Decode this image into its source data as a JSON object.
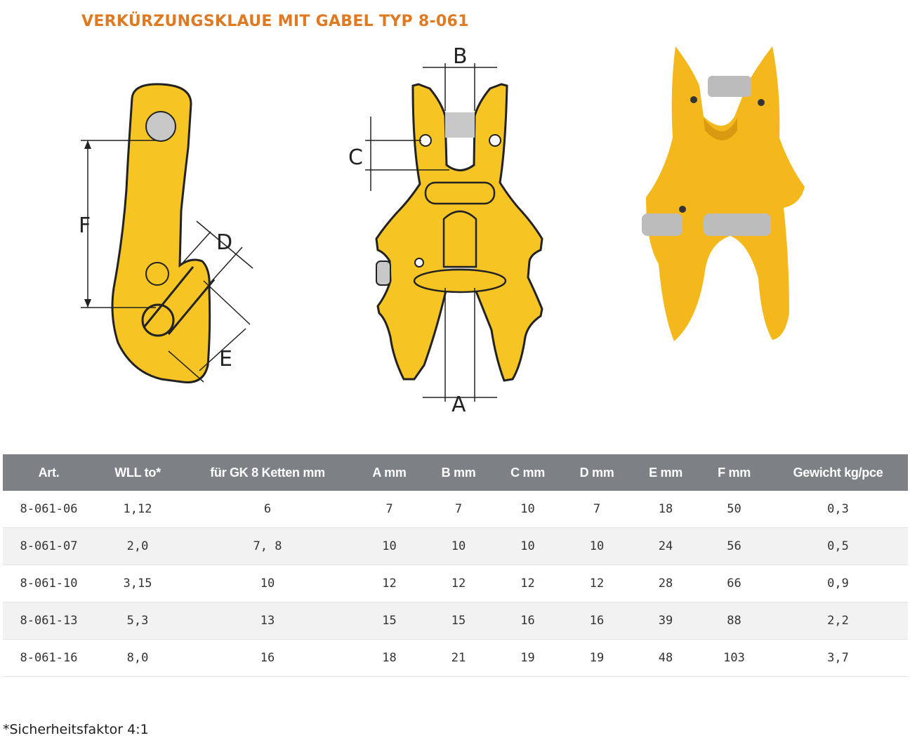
{
  "title": "VERKÜRZUNGSKLAUE MIT GABEL TYP 8-061",
  "dimension_labels": {
    "A": "A",
    "B": "B",
    "C": "C",
    "D": "D",
    "E": "E",
    "F": "F"
  },
  "table": {
    "headers": [
      "Art.",
      "WLL to*",
      "für GK 8 Ketten mm",
      "A mm",
      "B mm",
      "C mm",
      "D mm",
      "E mm",
      "F mm",
      "Gewicht kg/pce"
    ],
    "rows": [
      [
        "8-061-06",
        "1,12",
        "6",
        "7",
        "7",
        "10",
        "7",
        "18",
        "50",
        "0,3"
      ],
      [
        "8-061-07",
        "2,0",
        "7, 8",
        "10",
        "10",
        "10",
        "10",
        "24",
        "56",
        "0,5"
      ],
      [
        "8-061-10",
        "3,15",
        "10",
        "12",
        "12",
        "12",
        "12",
        "28",
        "66",
        "0,9"
      ],
      [
        "8-061-13",
        "5,3",
        "13",
        "15",
        "15",
        "16",
        "16",
        "39",
        "88",
        "2,2"
      ],
      [
        "8-061-16",
        "8,0",
        "16",
        "18",
        "21",
        "19",
        "19",
        "48",
        "103",
        "3,7"
      ]
    ]
  },
  "footnote": "*Sicherheitsfaktor 4:1",
  "colors": {
    "title": "#e07a22",
    "yellow": "#f6c523",
    "header_bg": "#7d8185",
    "pin": "#c8c8c8"
  }
}
